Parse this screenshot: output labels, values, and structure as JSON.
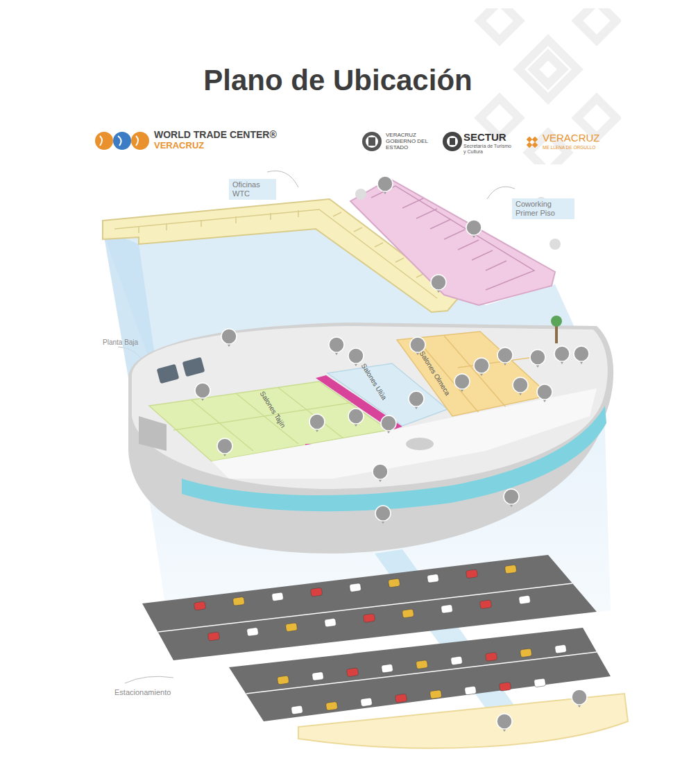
{
  "diagram": {
    "title": "Plano de Ubicación",
    "nodes": [
      {
        "text": [
          "Oficinas WTC"
        ]
      },
      {
        "text": [
          "Coworking Primer Piso"
        ]
      }
    ],
    "labels": [
      "WORLD TRADE CENTER®",
      "VERACRUZ",
      "VERACRUZ GOBIERNO DEL ESTADO",
      "SECTUR",
      "Secretaría de Turismo y Cultura",
      "VERACRUZ",
      "ME LLENA DE ORGULLO",
      "Planta Baja",
      "Salones Tajín",
      "Salones Ulúa",
      "Salones Olmeca",
      "Estacionamiento"
    ]
  }
}
